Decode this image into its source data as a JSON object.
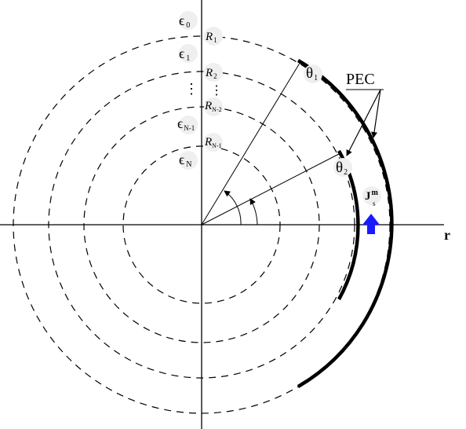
{
  "labels": {
    "eps0": {
      "main": "ϵ",
      "sub": "0"
    },
    "eps1": {
      "main": "ϵ",
      "sub": "1"
    },
    "epsN1": {
      "main": "ϵ",
      "sub": "N-1"
    },
    "epsN": {
      "main": "ϵ",
      "sub": "N"
    },
    "R1": {
      "main": "R",
      "sub": "1"
    },
    "R2": {
      "main": "R",
      "sub": "2"
    },
    "RN2": {
      "main": "R",
      "sub": "N-2"
    },
    "RN1": {
      "main": "R",
      "sub": "N-1"
    },
    "theta1": {
      "main": "θ",
      "sub": "1"
    },
    "theta2": {
      "main": "θ",
      "sub": "2"
    },
    "pec": "PEC",
    "Js": {
      "main": "J",
      "sup": "m",
      "sub": "s"
    },
    "r_axis": "r",
    "vdots": "⋮"
  },
  "colors": {
    "stroke": "#000000",
    "source_arrow": "#1a1aff",
    "label_badge": "#efefef"
  }
}
